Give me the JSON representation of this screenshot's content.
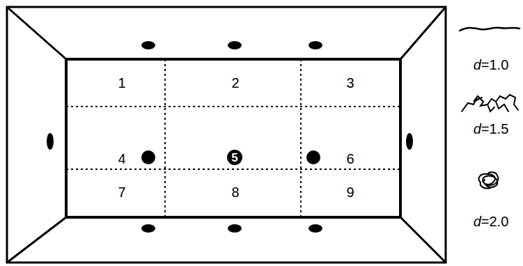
{
  "diagram": {
    "labels": [
      "1",
      "2",
      "3",
      "4",
      "5",
      "6",
      "7",
      "8",
      "9",
      "d=1.0",
      "d=1.5",
      "d=2.0"
    ]
  }
}
